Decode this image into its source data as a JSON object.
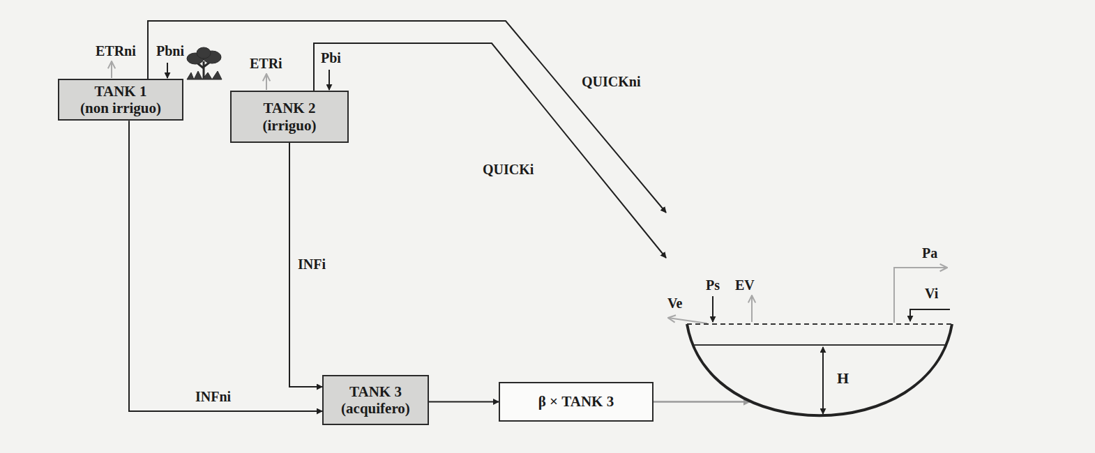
{
  "diagram": {
    "nodes": [
      {
        "text": [
          "TANK 1",
          "(non irriguo)"
        ]
      },
      {
        "text": [
          "TANK 2",
          "(irriguo)"
        ]
      },
      {
        "text": [
          "TANK 3",
          "(acquifero)"
        ]
      },
      {
        "text": [
          "β × TANK 3"
        ]
      },
      {
        "text": [
          "H"
        ]
      }
    ],
    "edges": [
      {
        "from": 0,
        "to": 4,
        "arrow": "to",
        "label": "QUICKni"
      },
      {
        "from": 1,
        "to": 4,
        "arrow": "to",
        "label": "QUICKi"
      },
      {
        "from": 1,
        "to": 2,
        "arrow": "to",
        "label": "INFi"
      },
      {
        "from": 0,
        "to": 2,
        "arrow": "to",
        "label": "INFni"
      },
      {
        "from": 2,
        "to": 3,
        "arrow": "to"
      },
      {
        "from": 3,
        "to": 4,
        "arrow": "to"
      }
    ],
    "labels": [
      "ETRni",
      "Pbni",
      "ETRi",
      "Pbi",
      "Ps",
      "EV",
      "Pa",
      "Vi",
      "Ve"
    ]
  }
}
